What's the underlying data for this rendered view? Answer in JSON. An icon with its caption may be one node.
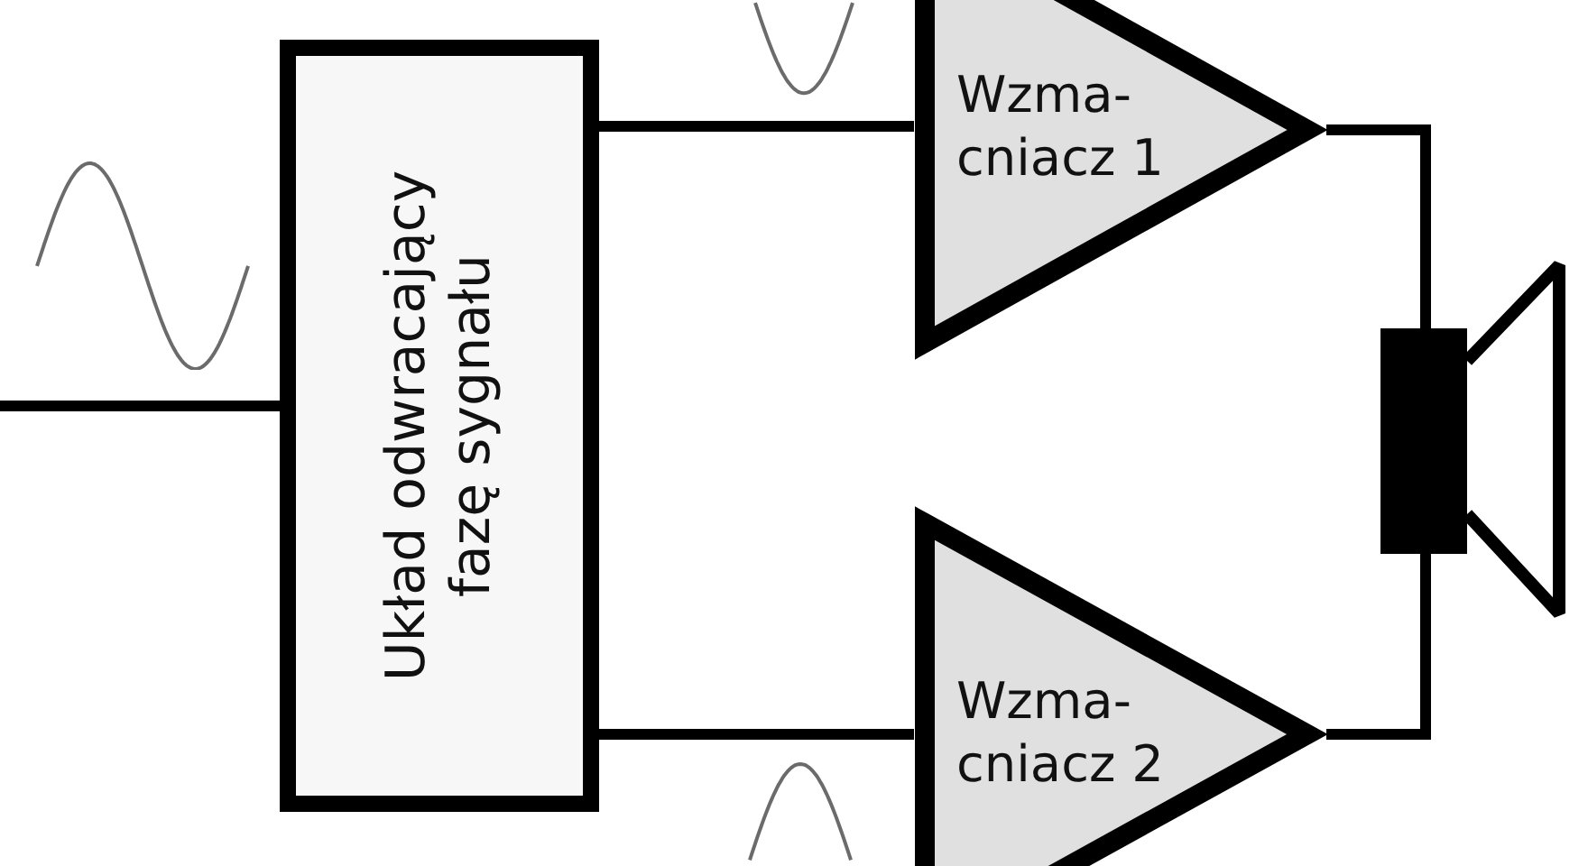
{
  "diagram": {
    "nodes": [
      {
        "text": [
          "Układ odwracający fazę sygnału"
        ]
      },
      {
        "text": [
          "Wzma- cniacz 1"
        ]
      },
      {
        "text": [
          "Wzma- cniacz 2"
        ]
      },
      {
        "text": [],
        "shape": "speaker"
      }
    ],
    "edges": [
      {
        "from": null,
        "to": 0,
        "arrow": "none"
      },
      {
        "from": 0,
        "to": 1,
        "arrow": "none"
      },
      {
        "from": 0,
        "to": 2,
        "arrow": "none"
      },
      {
        "from": 1,
        "to": 3,
        "arrow": "none"
      },
      {
        "from": 2,
        "to": 3,
        "arrow": "none"
      }
    ]
  }
}
